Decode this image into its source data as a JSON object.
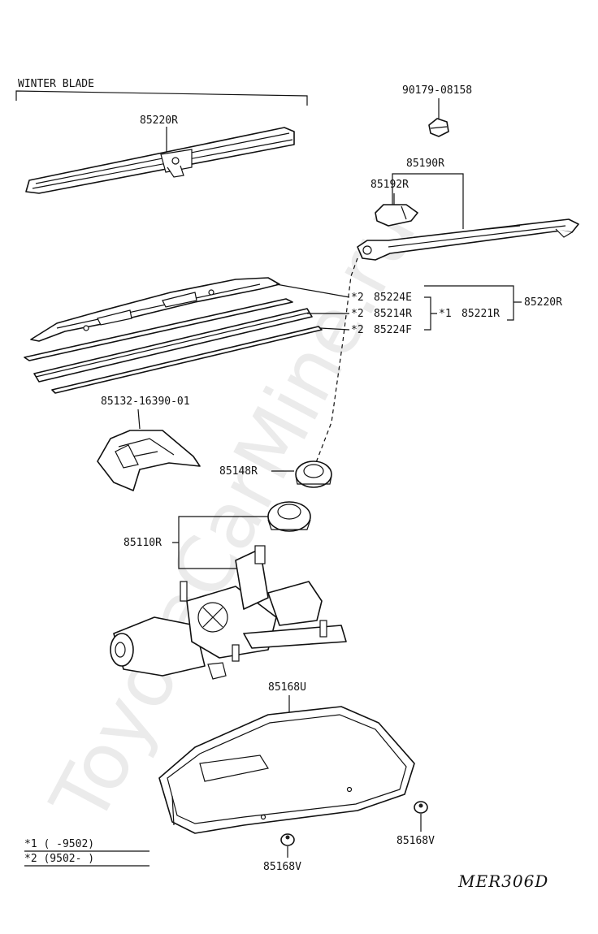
{
  "header_label": "WINTER BLADE",
  "parts": {
    "p90179": "90179-08158",
    "p85220R_top": "85220R",
    "p85190R": "85190R",
    "p85192R": "85192R",
    "p85224E": "85224E",
    "p85214R": "85214R",
    "p85224F": "85224F",
    "p85220R_right": "85220R",
    "p85221R": "85221R",
    "p85132": "85132-16390-01",
    "p85148R": "85148R",
    "p85110R": "85110R",
    "p85168U": "85168U",
    "p85168V_left": "85168V",
    "p85168V_right": "85168V"
  },
  "markers": {
    "star1": "*1",
    "star2_a": "*2",
    "star2_b": "*2",
    "star2_c": "*2"
  },
  "legend": {
    "line1": "*1  (    -9502)",
    "line2": "*2  (9502-     )"
  },
  "diagram_code": "MER306D",
  "watermark": "ToyotaCarMine.ru"
}
